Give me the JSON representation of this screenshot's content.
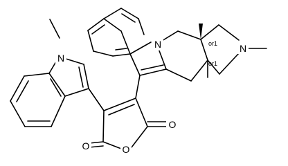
{
  "molecule": {
    "atoms": {
      "n_indole_left": "N",
      "methyl_indole_left": "",
      "n_indole_right": "N",
      "n_pyrrolidine": "N",
      "o_ring": "O",
      "o_carbonyl_left": "O",
      "o_carbonyl_right": "O"
    },
    "stereo_labels": {
      "upper": "or1",
      "lower": "or1"
    },
    "colors": {
      "bond": "#000000",
      "background": "#ffffff"
    }
  }
}
